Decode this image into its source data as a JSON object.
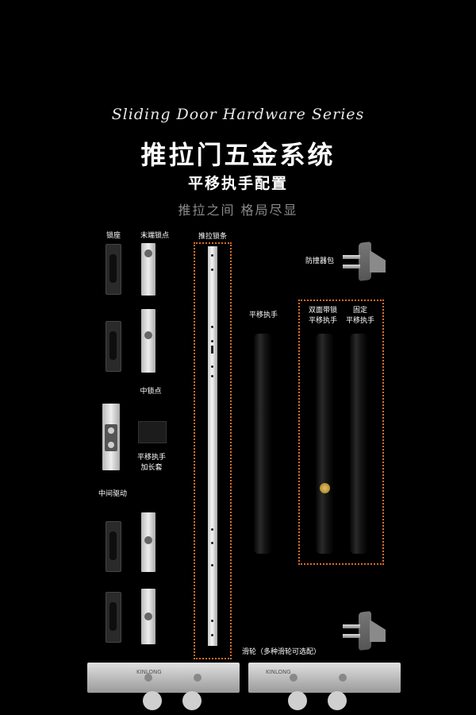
{
  "header": {
    "script_title": "Sliding Door Hardware Series",
    "main_title": "推拉门五金系统",
    "subtitle": "平移执手配置",
    "tagline": "推拉之间 格局尽显"
  },
  "labels": {
    "lock_seat": "锁座",
    "end_lock_point": "末端锁点",
    "lock_strip": "推拉锁条",
    "bumper": "防撞器包",
    "flat_handle": "平移执手",
    "double_lock_handle_l1": "双面带锁",
    "double_lock_handle_l2": "平移执手",
    "fixed_handle_l1": "固定",
    "fixed_handle_l2": "平移执手",
    "mid_lock_point": "中锁点",
    "extension_l1": "平移执手",
    "extension_l2": "加长套",
    "middle_drive": "中间驱动",
    "roller": "滑轮（多种滑轮可选配）",
    "roller_brand": "KINLONG"
  },
  "colors": {
    "background": "#000000",
    "accent_dotted": "#d86b2a",
    "tagline": "#8a8a8a"
  }
}
